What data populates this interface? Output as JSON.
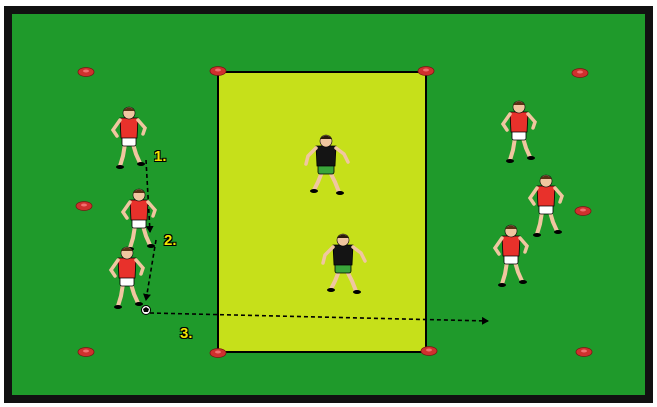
{
  "diagram": {
    "colors": {
      "frame": "#111111",
      "field": "#1f9a2b",
      "grid_zone": "#c6e01a",
      "cone": "#d0302e",
      "attacker_shirt": "#e8312b",
      "attacker_shorts": "#ffffff",
      "defender_shirt": "#141414",
      "defender_shorts": "#3aa53a",
      "skin": "#f0c6a0",
      "pass_line": "#000000",
      "label_text": "#f2e600"
    },
    "step_labels": [
      "1.",
      "2.",
      "3."
    ],
    "player_roles": [
      "attacker",
      "defender"
    ]
  }
}
